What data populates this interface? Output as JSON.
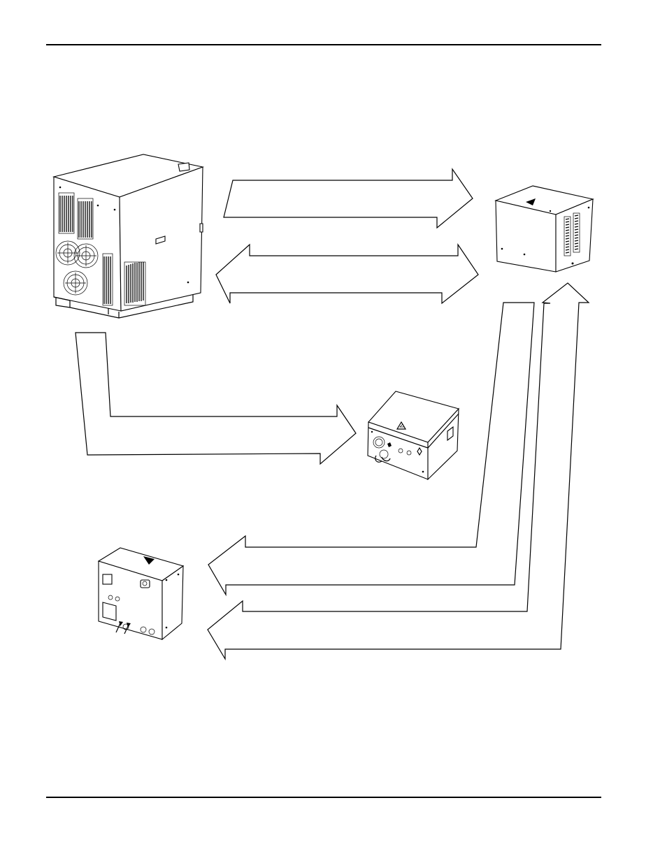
{
  "page": {
    "background": "#ffffff",
    "line_color": "#000000"
  },
  "diagram": {
    "components": [
      {
        "id": "power-supply",
        "icon": "power-supply-cabinet-icon"
      },
      {
        "id": "ignition-console",
        "icon": "ignition-console-box-icon"
      },
      {
        "id": "remote-box",
        "icon": "remote-control-box-icon"
      },
      {
        "id": "gas-console",
        "icon": "gas-console-box-icon"
      }
    ],
    "connections": [
      {
        "from": "power-supply",
        "to": "ignition-console",
        "direction": "forward"
      },
      {
        "from": "power-supply",
        "to": "ignition-console",
        "direction": "both"
      },
      {
        "from": "power-supply",
        "to": "remote-box",
        "direction": "forward"
      },
      {
        "from": "ignition-console",
        "to": "gas-console",
        "direction": "forward"
      },
      {
        "from": "gas-console",
        "to": "ignition-console",
        "direction": "forward"
      }
    ]
  }
}
